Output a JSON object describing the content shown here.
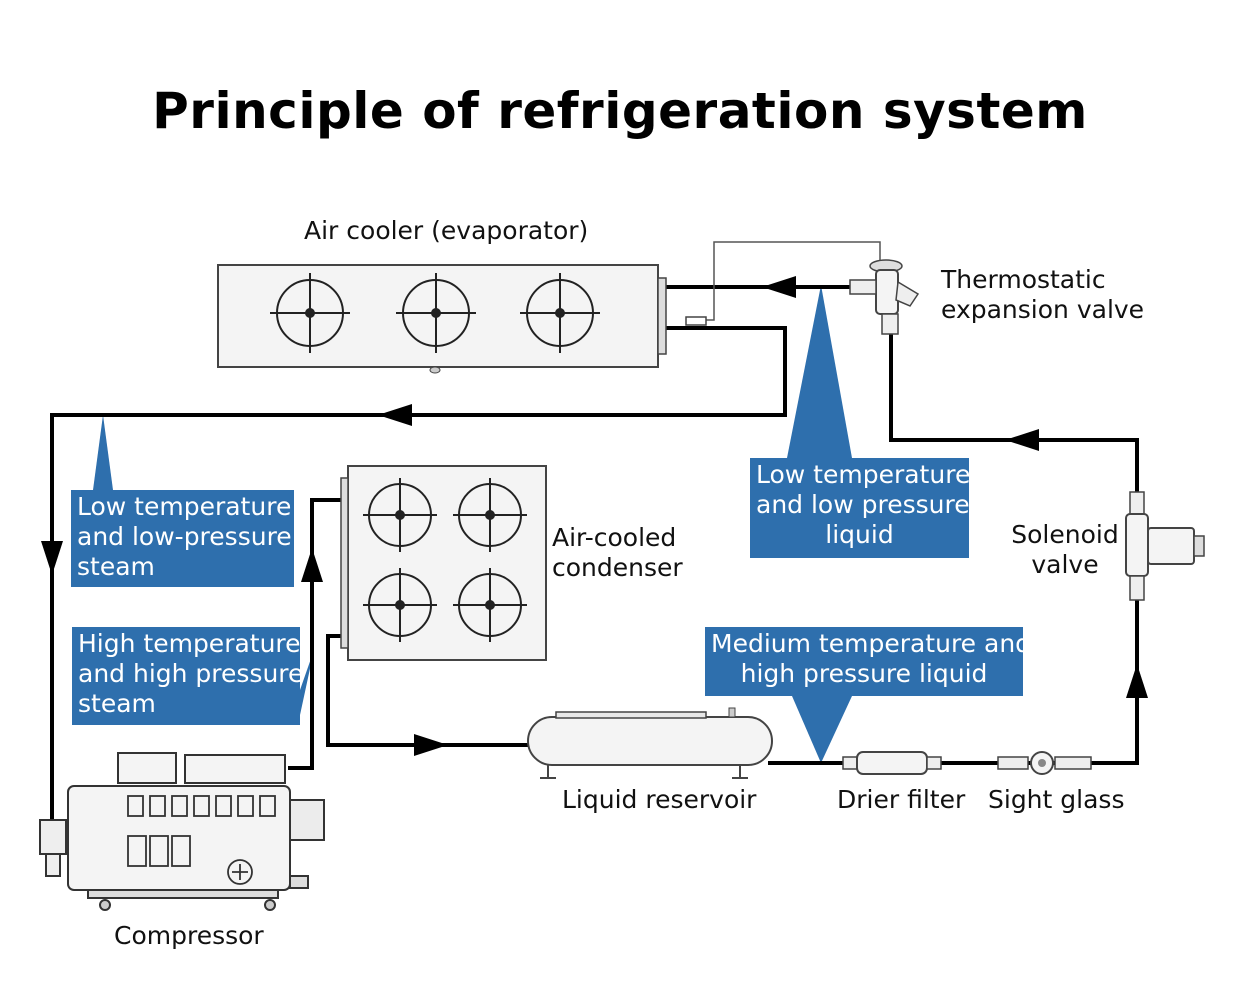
{
  "title": "Principle of refrigeration system",
  "components": {
    "evaporator": "Air cooler (evaporator)",
    "expansion_valve": [
      "Thermostatic",
      "expansion valve"
    ],
    "condenser": [
      "Air-cooled",
      "condenser"
    ],
    "solenoid_valve": [
      "Solenoid",
      "valve"
    ],
    "liquid_reservoir": "Liquid reservoir",
    "drier_filter": "Drier filter",
    "sight_glass": "Sight glass",
    "compressor": "Compressor"
  },
  "callouts": {
    "low_temp_low_pressure_steam": [
      "Low temperature",
      "and low-pressure",
      "steam"
    ],
    "high_temp_high_pressure_steam": [
      "High temperature",
      "and high pressure",
      "steam"
    ],
    "low_temp_low_pressure_liquid": [
      "Low temperature",
      "and low pressure",
      "liquid"
    ],
    "medium_temp_high_pressure_liquid": [
      "Medium temperature and",
      "high pressure liquid"
    ]
  },
  "colors": {
    "callout_fill": "#2e6fad",
    "pipe": "#000000",
    "equipment_stroke": "#444444",
    "equipment_fill": "#f4f4f4"
  }
}
